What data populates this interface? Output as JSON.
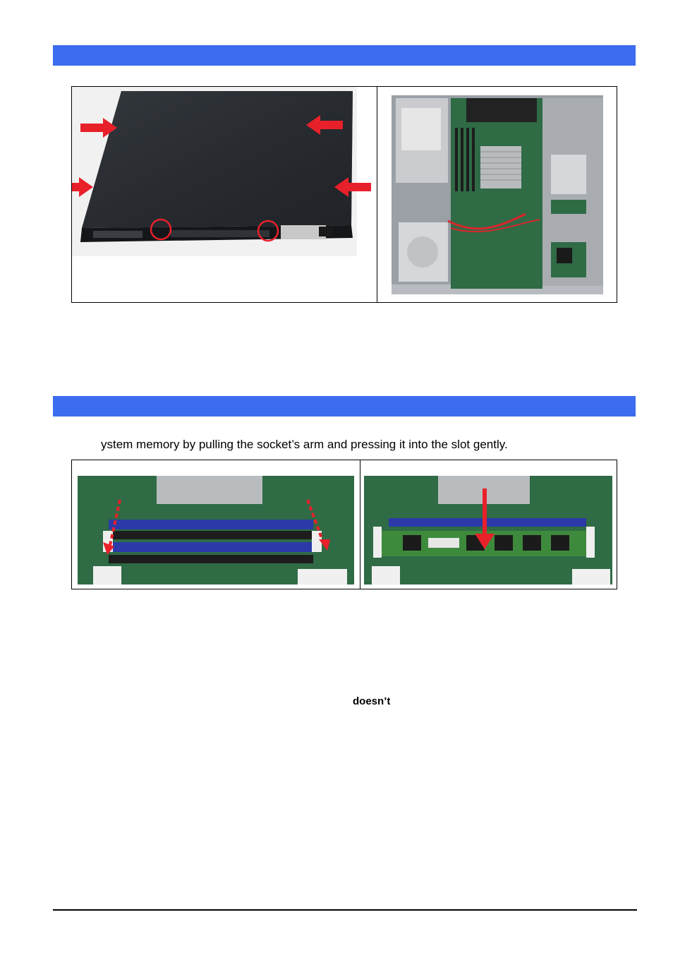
{
  "sections": [
    {
      "id": "cover-removal",
      "heading": ""
    },
    {
      "id": "memory-install",
      "heading": ""
    }
  ],
  "memory": {
    "instruction": "ystem memory by pulling the socket’s arm and pressing it into the slot gently."
  },
  "note": {
    "bold_word": "doesn’t"
  },
  "colors": {
    "section_bar": "#3c6cf0",
    "arrow": "#e8202a",
    "chassis": "#22262b",
    "pcb": "#2f6b45",
    "dimm_slot": "#2b3aa8"
  }
}
